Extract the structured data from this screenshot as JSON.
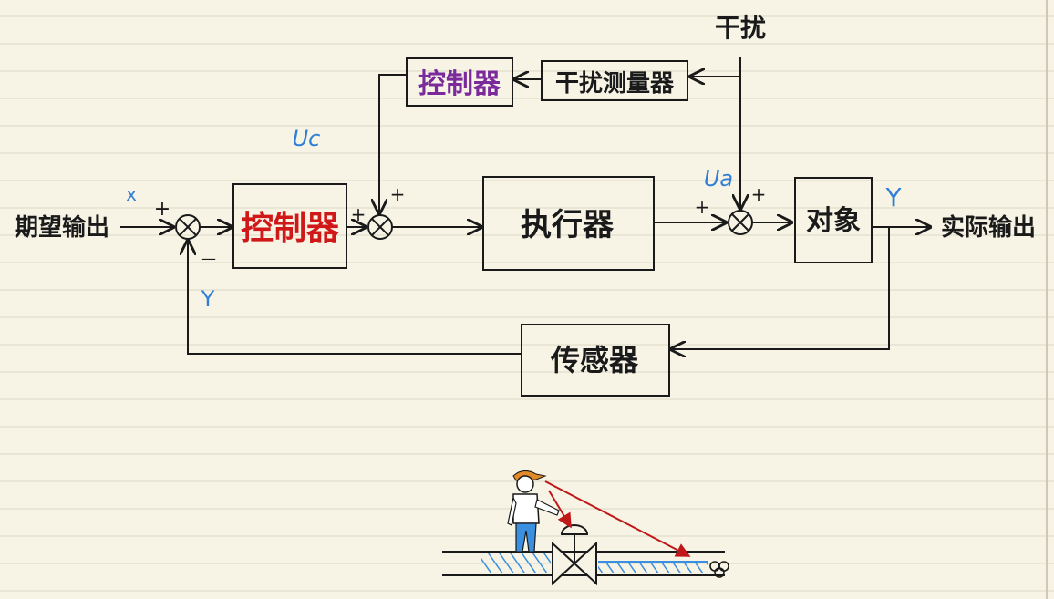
{
  "labels": {
    "desired_output": "期望输出",
    "actual_output": "实际输出",
    "disturbance": "干扰",
    "x": "x",
    "uc": "Uc",
    "ua": "Ua",
    "y_right": "Y",
    "y_feedback": "Y",
    "plus": "+",
    "minus": "—"
  },
  "blocks": {
    "controller_main": "控制器",
    "controller_ff": "控制器",
    "disturbance_meter": "干扰测量器",
    "actuator": "执行器",
    "plant": "对象",
    "sensor": "传感器"
  },
  "colors": {
    "ink": "#1a1a1a",
    "red": "#d01818",
    "purple": "#7a2a9a",
    "blue": "#2f7fd6",
    "line_paper": "#f7f4e6",
    "rule": "#d9d4c3",
    "hat": "#e08a2a",
    "arrow_red": "#c01818",
    "water": "#3a8fe0"
  }
}
